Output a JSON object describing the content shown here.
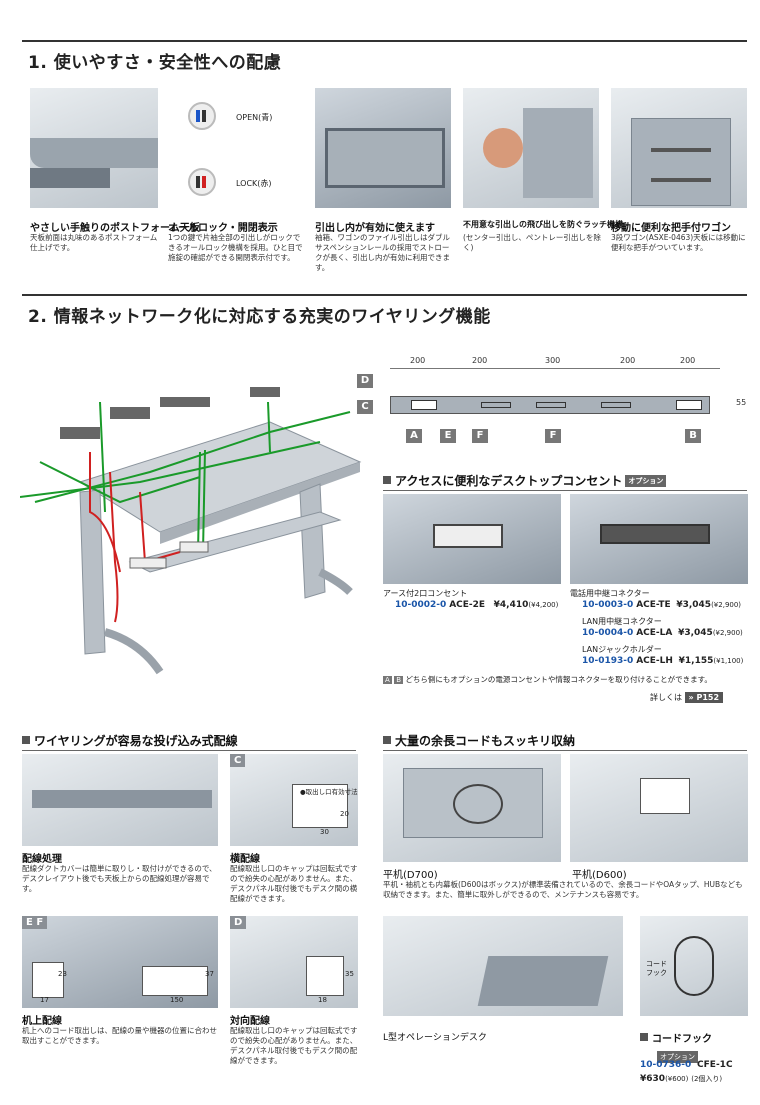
{
  "sections": {
    "s1_title": "1. 使いやすさ・安全性への配慮",
    "s2_title": "2. 情報ネットワーク化に対応する充実のワイヤリング機能"
  },
  "features": [
    {
      "title": "やさしい手触りのポストフォーム天板",
      "text": "天板前面は丸味のあるポストフォーム仕上げです。"
    },
    {
      "title": "オールロック・開閉表示",
      "text": "1つの鍵で片袖全部の引出しがロックできるオールロック機構を採用。ひと目で施錠の確認ができる開閉表示付です。",
      "open_label": "OPEN(青)",
      "lock_label": "LOCK(赤)"
    },
    {
      "title": "引出し内が有効に使えます",
      "text": "袖箱、ワゴンのファイル引出しはダブルサスペンションレールの採用でストロークが長く、引出し内が有効に利用できます。"
    },
    {
      "title": "不用意な引出しの飛び出しを防ぐラッチ機構",
      "text": "(センター引出し、ペントレー引出しを除く)"
    },
    {
      "title": "移動に便利な把手付ワゴン",
      "text": "3段ワゴン(ASXE-0463)天板には移動に便利な把手がついています。"
    }
  ],
  "diagram": {
    "dims": [
      "200",
      "200",
      "300",
      "200",
      "200"
    ],
    "height_dim": "55",
    "labels": [
      "D",
      "C",
      "A",
      "E",
      "F",
      "F",
      "B"
    ]
  },
  "access": {
    "title": "アクセスに便利なデスクトップコンセント",
    "option": "オプション",
    "a_label": "A",
    "b_label": "B",
    "a_name": "アース付2口コンセント",
    "a_code": "10-0002-0",
    "a_model": "ACE-2E",
    "a_price": "¥4,410",
    "a_tax": "(¥4,200)",
    "b_items": [
      {
        "name": "電話用中継コネクター",
        "code": "10-0003-0",
        "model": "ACE-TE",
        "price": "¥3,045",
        "tax": "(¥2,900)"
      },
      {
        "name": "LAN用中継コネクター",
        "code": "10-0004-0",
        "model": "ACE-LA",
        "price": "¥3,045",
        "tax": "(¥2,900)"
      },
      {
        "name": "LANジャックホルダー",
        "code": "10-0193-0",
        "model": "ACE-LH",
        "price": "¥1,155",
        "tax": "(¥1,100)"
      }
    ],
    "note": "どちら側にもオプションの電源コンセントや情報コネクターを取り付けることができます。",
    "more": "詳しくは",
    "page": "P152"
  },
  "wiring": {
    "title": "ワイヤリングが容易な投げ込み式配線",
    "items": [
      {
        "title": "配線処理",
        "text": "配線ダクトカバーは簡単に取りし・取付けができるので、デスクレイアウト後でも天板上からの配線処理が容易です。"
      },
      {
        "title": "横配線",
        "text": "配線取出し口のキャップは回転式ですので紛失の心配がありません。また、デスクパネル取付後でもデスク間の横配線ができます。",
        "badge": "C",
        "callout": "●取出し口有効寸法",
        "w": "30",
        "h": "20"
      },
      {
        "title": "机上配線",
        "text": "机上へのコード取出しは、配線の量や機器の位置に合わせ取出すことができます。",
        "badge": "E F",
        "d1": "17",
        "d2": "23",
        "d3": "150",
        "d4": "37"
      },
      {
        "title": "対向配線",
        "text": "配線取出し口のキャップは回転式ですので紛失の心配がありません。また、デスクパネル取付後でもデスク間の配線ができます。",
        "badge": "D",
        "d1": "18",
        "d2": "35"
      }
    ]
  },
  "storage": {
    "title": "大量の余長コードもスッキリ収納",
    "cap1": "平机(D700)",
    "cap2": "平机(D600)",
    "text": "平机・袖机とも内幕板(D600はボックス)が標準装備されているので、余長コードやOAタップ、HUBなども収納できます。また、簡単に取外しができるので、メンテナンスも容易です。",
    "cap3": "L型オペレーションデスク",
    "hook_label": "コード\nフック",
    "hook_title": "コードフック",
    "hook_option": "オプション",
    "hook_code": "10-0736-0",
    "hook_model": "CFE-1C",
    "hook_price": "¥630",
    "hook_tax": "(¥600)",
    "hook_qty": "(2個入り)"
  }
}
